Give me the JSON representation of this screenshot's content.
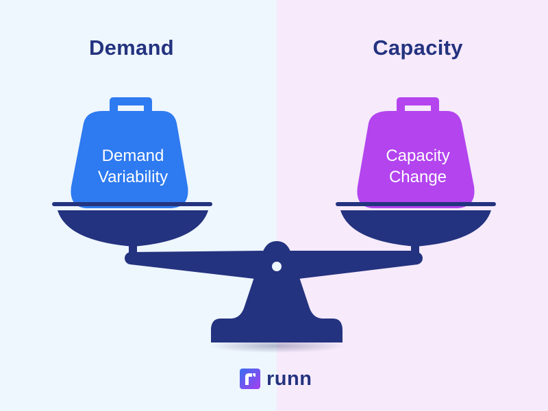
{
  "headings": {
    "left": "Demand",
    "right": "Capacity"
  },
  "weights": {
    "left": {
      "line1": "Demand",
      "line2": "Variability",
      "color": "#2e7af0"
    },
    "right": {
      "line1": "Capacity",
      "line2": "Change",
      "color": "#b344ee"
    }
  },
  "scale": {
    "color": "#24337f"
  },
  "brand": {
    "name": "runn"
  },
  "background": {
    "left": "#eef6fe",
    "right": "#f6eafb"
  }
}
